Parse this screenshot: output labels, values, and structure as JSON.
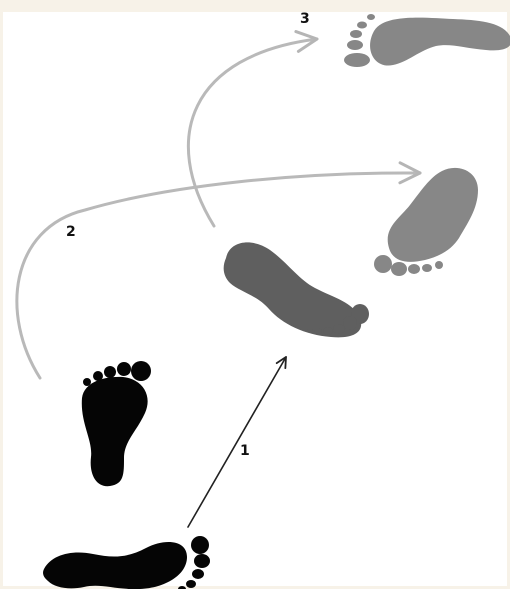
{
  "diagram": {
    "steps": [
      {
        "label": "1"
      },
      {
        "label": "2"
      },
      {
        "label": "3"
      }
    ],
    "colors": {
      "background": "#f7f2e8",
      "canvas": "#ffffff",
      "black_foot": "#050505",
      "dark_grey_foot": "#5f5f5f",
      "grey_foot": "#878787",
      "arrow_1": "#222222",
      "arrow_gray": "#b5b5b5"
    }
  }
}
